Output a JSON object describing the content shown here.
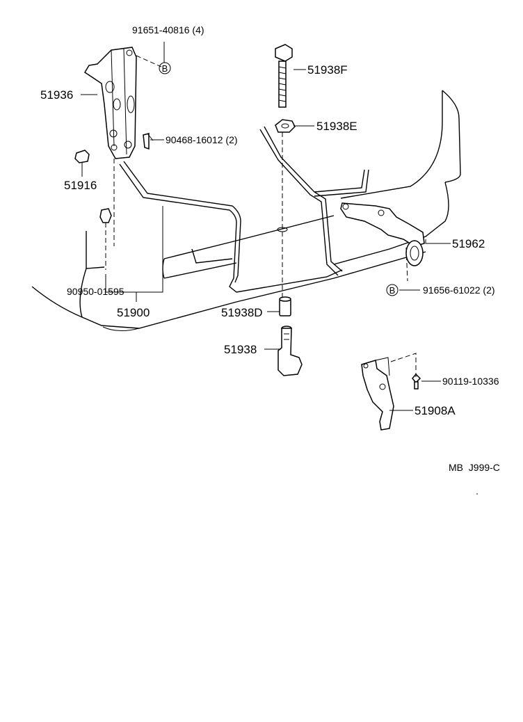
{
  "diagram": {
    "callouts": [
      {
        "id": "c1",
        "text": "91651-40816 (4)"
      },
      {
        "id": "c2",
        "text": "51938F"
      },
      {
        "id": "c3",
        "text": "51936"
      },
      {
        "id": "c4",
        "text": "51938E"
      },
      {
        "id": "c5",
        "text": "90468-16012 (2)"
      },
      {
        "id": "c6",
        "text": "51916"
      },
      {
        "id": "c7",
        "text": "51962"
      },
      {
        "id": "c8",
        "text": "90950-01595"
      },
      {
        "id": "c9",
        "text": "91656-61022 (2)"
      },
      {
        "id": "c10",
        "text": "51900"
      },
      {
        "id": "c11",
        "text": "51938D"
      },
      {
        "id": "c12",
        "text": "51938"
      },
      {
        "id": "c13",
        "text": "90119-10336"
      },
      {
        "id": "c14",
        "text": "51908A"
      }
    ],
    "markers": [
      {
        "id": "m1",
        "text": "B"
      },
      {
        "id": "m2",
        "text": "B"
      }
    ],
    "footer_code": "MB  J999-C"
  }
}
